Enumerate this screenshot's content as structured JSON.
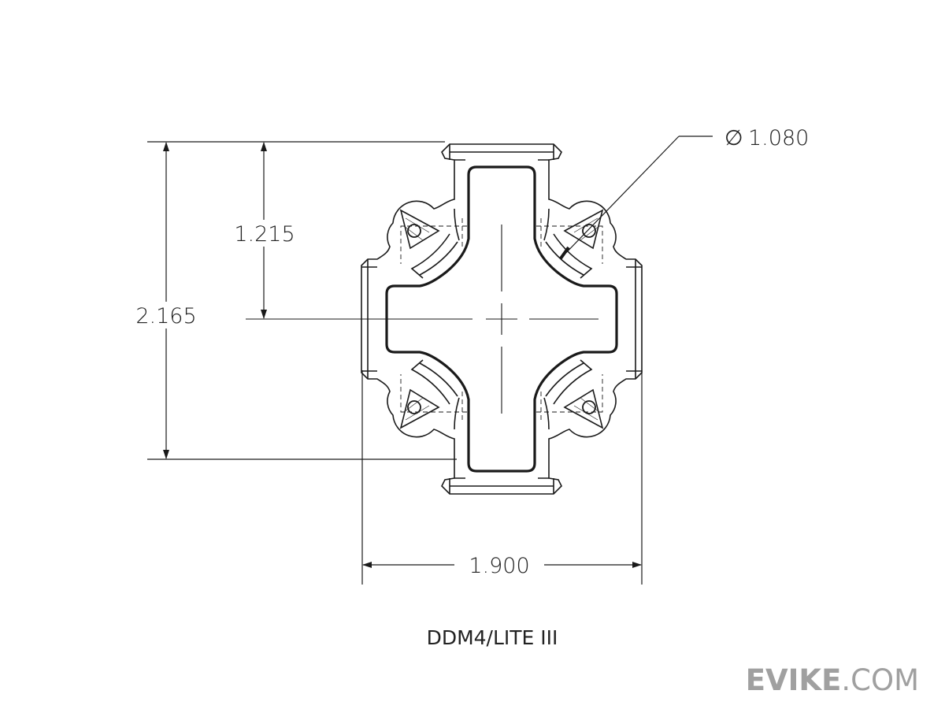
{
  "drawing": {
    "dimensions": {
      "overall_height": "2.165",
      "center_height": "1.215",
      "overall_width": "1.900",
      "diameter_symbol": "∅",
      "diameter": "1.080"
    },
    "caption": "DDM4/LITE III"
  },
  "watermark": {
    "brand": "EVIKE",
    "suffix": ".COM"
  },
  "colors": {
    "line": "#1a1a1a",
    "watermark": "#a0a0a0"
  }
}
